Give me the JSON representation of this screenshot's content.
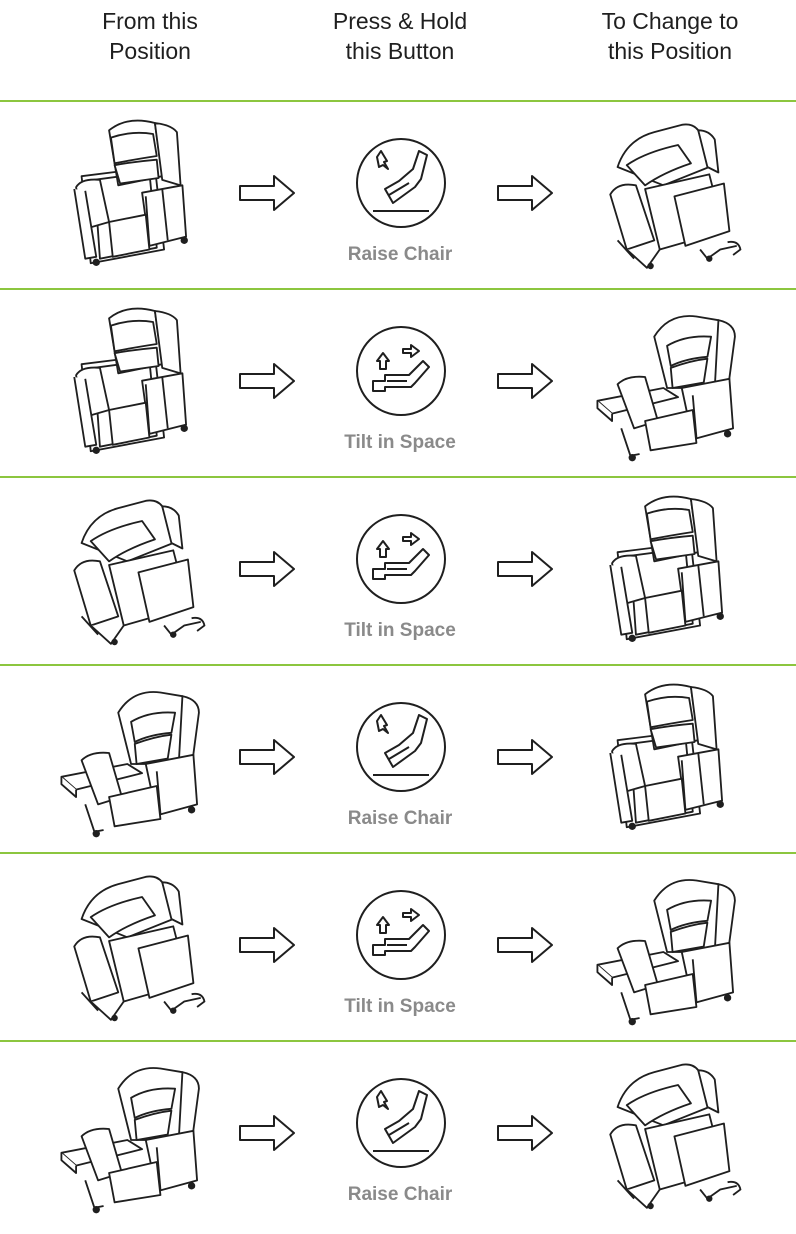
{
  "headers": {
    "from": [
      "From this",
      "Position"
    ],
    "press": [
      "Press & Hold",
      "this Button"
    ],
    "to": [
      "To Change to",
      "this Position"
    ]
  },
  "colors": {
    "divider": "#8cc63f",
    "label": "#8a8a8a",
    "ink": "#1f1f1f"
  },
  "rows": [
    {
      "from": "seated-upright",
      "button": "raise-chair-icon",
      "label": "Raise Chair",
      "to": "raised-lift"
    },
    {
      "from": "seated-upright",
      "button": "tilt-in-space-icon",
      "label": "Tilt in Space",
      "to": "tilted-reclined"
    },
    {
      "from": "raised-lift",
      "button": "tilt-in-space-icon",
      "label": "Tilt in Space",
      "to": "seated-upright"
    },
    {
      "from": "tilted-reclined",
      "button": "raise-chair-icon",
      "label": "Raise Chair",
      "to": "seated-upright"
    },
    {
      "from": "raised-lift",
      "button": "tilt-in-space-icon",
      "label": "Tilt in Space",
      "to": "tilted-reclined"
    },
    {
      "from": "tilted-reclined",
      "button": "raise-chair-icon",
      "label": "Raise Chair",
      "to": "raised-lift"
    }
  ]
}
